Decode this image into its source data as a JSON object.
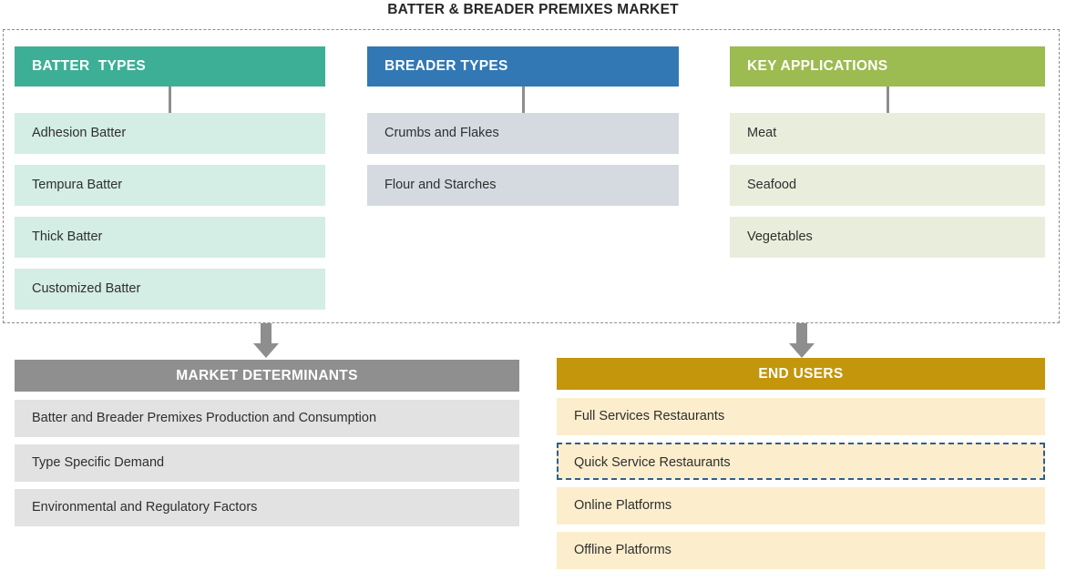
{
  "title": "BATTER & BREADER PREMIXES MARKET",
  "colors": {
    "batter_header": "#3daf96",
    "batter_item": "#d4eee5",
    "breader_header": "#3278b4",
    "breader_item": "#d5dae1",
    "applications_header": "#9cbb50",
    "applications_item": "#e9eedc",
    "determinants_header": "#8f8f8f",
    "determinants_item": "#e2e2e2",
    "endusers_header": "#c4960c",
    "endusers_item": "#fceecd",
    "selection_outline": "#2e5f8f",
    "arrow": "#8e8e8e",
    "group_border": "#8d8d8d"
  },
  "group": {
    "columns": [
      {
        "id": "batter",
        "header": "BATTER  TYPES",
        "items": [
          "Adhesion Batter",
          "Tempura Batter",
          "Thick Batter",
          "Customized Batter"
        ]
      },
      {
        "id": "breader",
        "header": "BREADER TYPES",
        "items": [
          "Crumbs and Flakes",
          "Flour and Starches"
        ]
      },
      {
        "id": "applications",
        "header": "KEY APPLICATIONS",
        "items": [
          "Meat",
          "Seafood",
          "Vegetables"
        ]
      }
    ]
  },
  "panels": {
    "determinants": {
      "header": "MARKET DETERMINANTS",
      "items": [
        "Batter and Breader Premixes Production and Consumption",
        "Type Specific Demand",
        "Environmental and Regulatory Factors"
      ]
    },
    "endusers": {
      "header": "END USERS",
      "items": [
        "Full Services Restaurants",
        "Quick Service Restaurants",
        "Online Platforms",
        "Offline Platforms"
      ],
      "selected_index": 1
    }
  },
  "arrows": [
    {
      "name": "arrow-to-market-determinants",
      "direction": "down"
    },
    {
      "name": "arrow-to-end-users",
      "direction": "down"
    }
  ]
}
